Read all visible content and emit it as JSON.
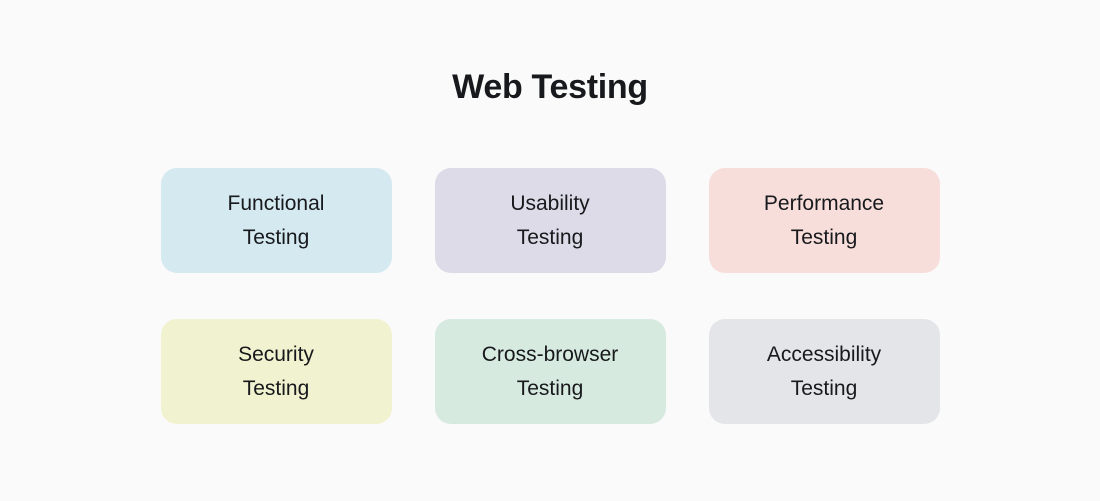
{
  "page": {
    "background_color": "#fafafa",
    "text_color": "#17191c"
  },
  "title": "Web Testing",
  "boxes": [
    {
      "label": "Functional\nTesting",
      "color": "#d5e9f1"
    },
    {
      "label": "Usability\nTesting",
      "color": "#dcdbe7"
    },
    {
      "label": "Performance\nTesting",
      "color": "#f7dedb"
    },
    {
      "label": "Security\nTesting",
      "color": "#f1f2cf"
    },
    {
      "label": "Cross-browser\nTesting",
      "color": "#d7eae0"
    },
    {
      "label": "Accessibility\nTesting",
      "color": "#e3e5e8"
    }
  ]
}
